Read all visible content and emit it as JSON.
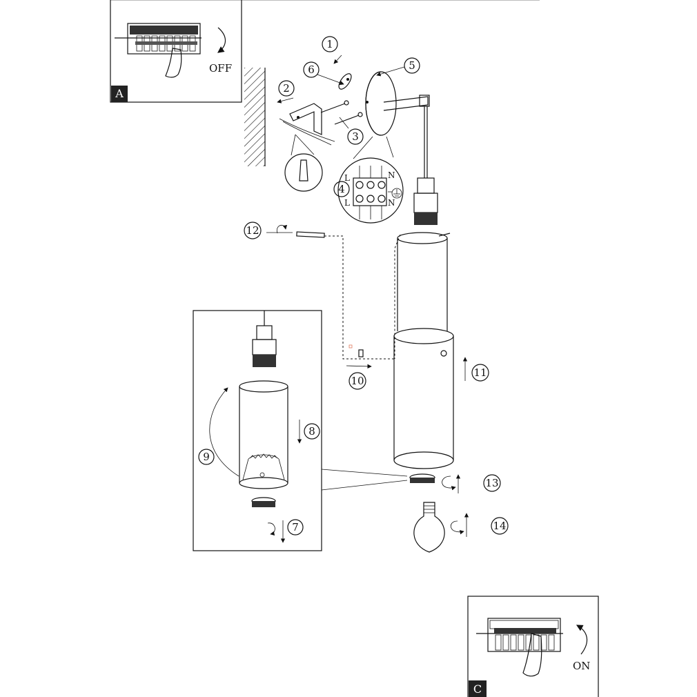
{
  "panels": {
    "power_off": {
      "badge": "A",
      "action_label": "OFF"
    },
    "power_on": {
      "badge": "C",
      "action_label": "ON"
    }
  },
  "terminal_block": {
    "live_label_top": "L",
    "live_label_bottom": "L",
    "neutral_label_top": "N",
    "neutral_label_bottom": "N"
  },
  "steps": [
    "1",
    "2",
    "3",
    "4",
    "5",
    "6",
    "7",
    "8",
    "9",
    "10",
    "11",
    "12",
    "13",
    "14"
  ]
}
